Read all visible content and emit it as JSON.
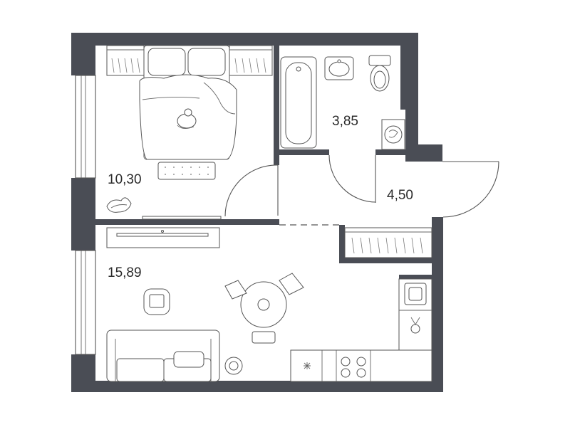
{
  "rooms": [
    {
      "id": "bedroom",
      "area": "10,30"
    },
    {
      "id": "bathroom",
      "area": "3,85"
    },
    {
      "id": "hallway",
      "area": "4,50"
    },
    {
      "id": "living-kitchen",
      "area": "15,89"
    }
  ],
  "colors": {
    "wall": "#4a4d55",
    "line": "#555555",
    "background": "#ffffff"
  }
}
